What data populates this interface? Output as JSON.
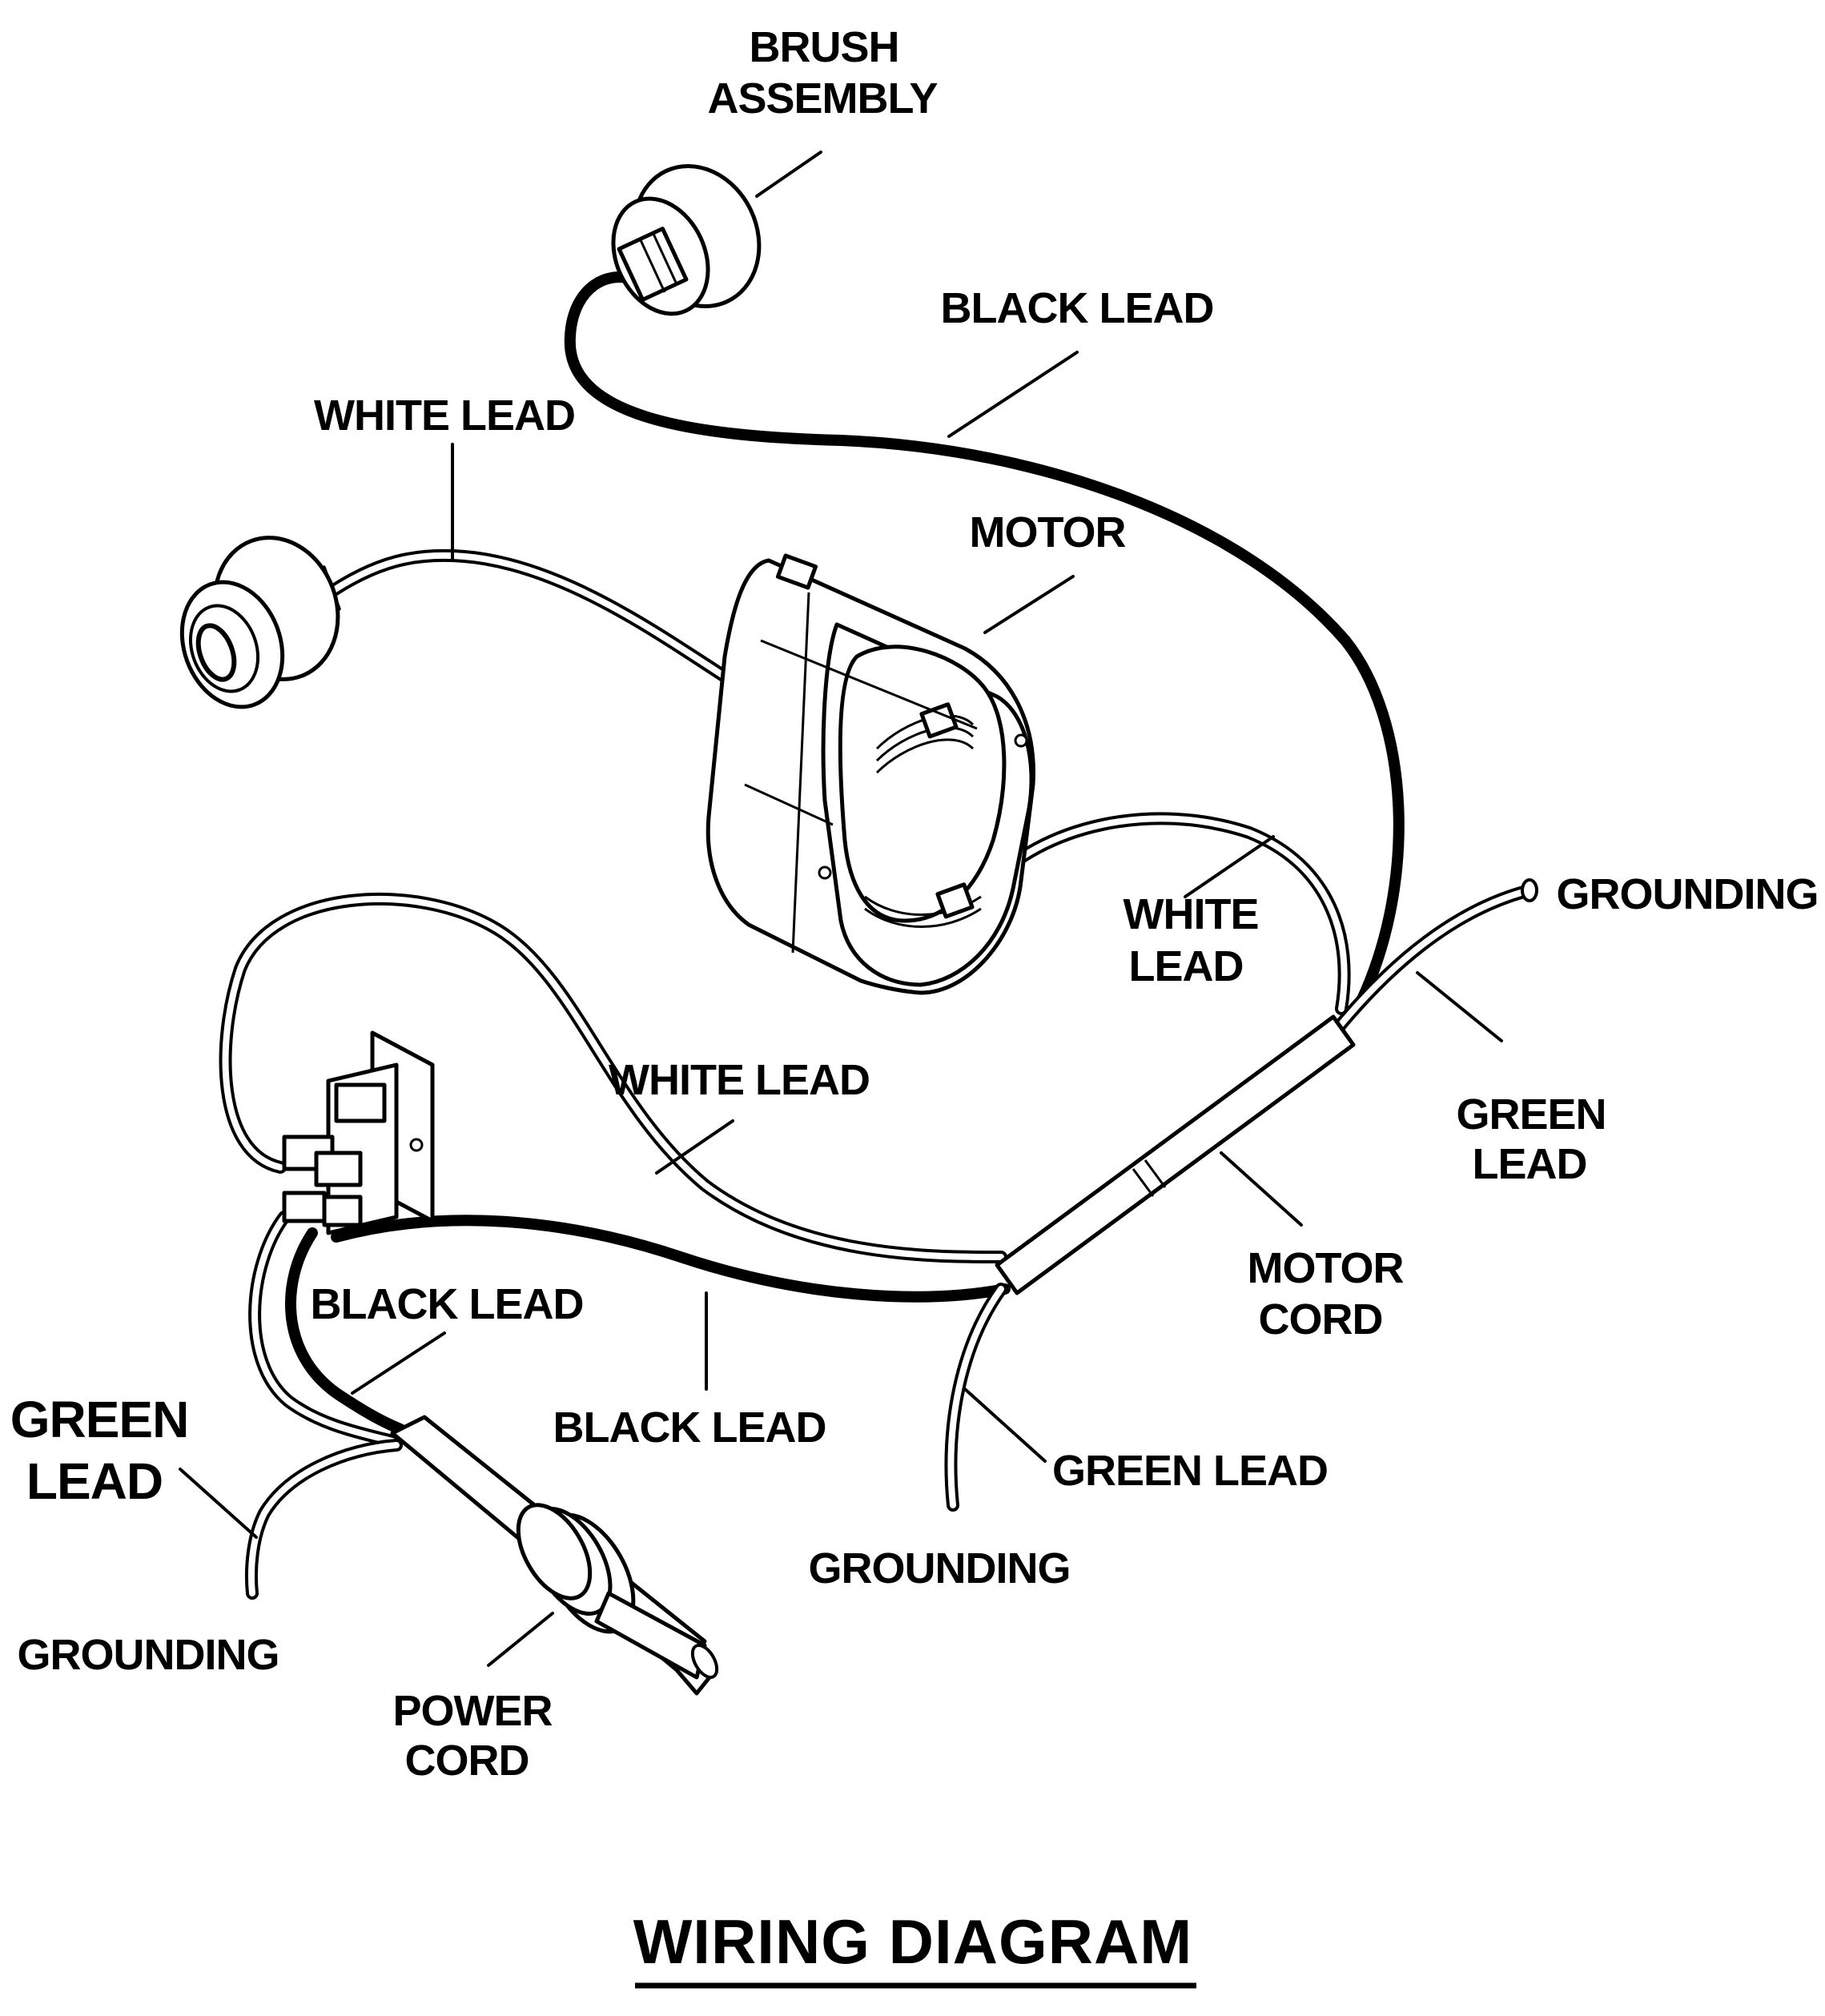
{
  "title": "WIRING DIAGRAM",
  "labels": {
    "brush_assembly_1": "BRUSH",
    "brush_assembly_2": "ASSEMBLY",
    "black_lead_top": "BLACK LEAD",
    "white_lead_left": "WHITE LEAD",
    "motor": "MOTOR",
    "white_lead_right_1": "WHITE",
    "white_lead_right_2": "LEAD",
    "grounding_right": "GROUNDING",
    "green_lead_right_1": "GREEN",
    "green_lead_right_2": "LEAD",
    "white_lead_middle": "WHITE LEAD",
    "black_lead_switch": "BLACK LEAD",
    "black_lead_middle": "BLACK LEAD",
    "motor_cord_1": "MOTOR",
    "motor_cord_2": "CORD",
    "green_lead_left_1": "GREEN",
    "green_lead_left_2": "LEAD",
    "green_lead_bottom": "GREEN LEAD",
    "grounding_bottom": "GROUNDING",
    "grounding_left": "GROUNDING",
    "power_cord_1": "POWER",
    "power_cord_2": "CORD"
  }
}
